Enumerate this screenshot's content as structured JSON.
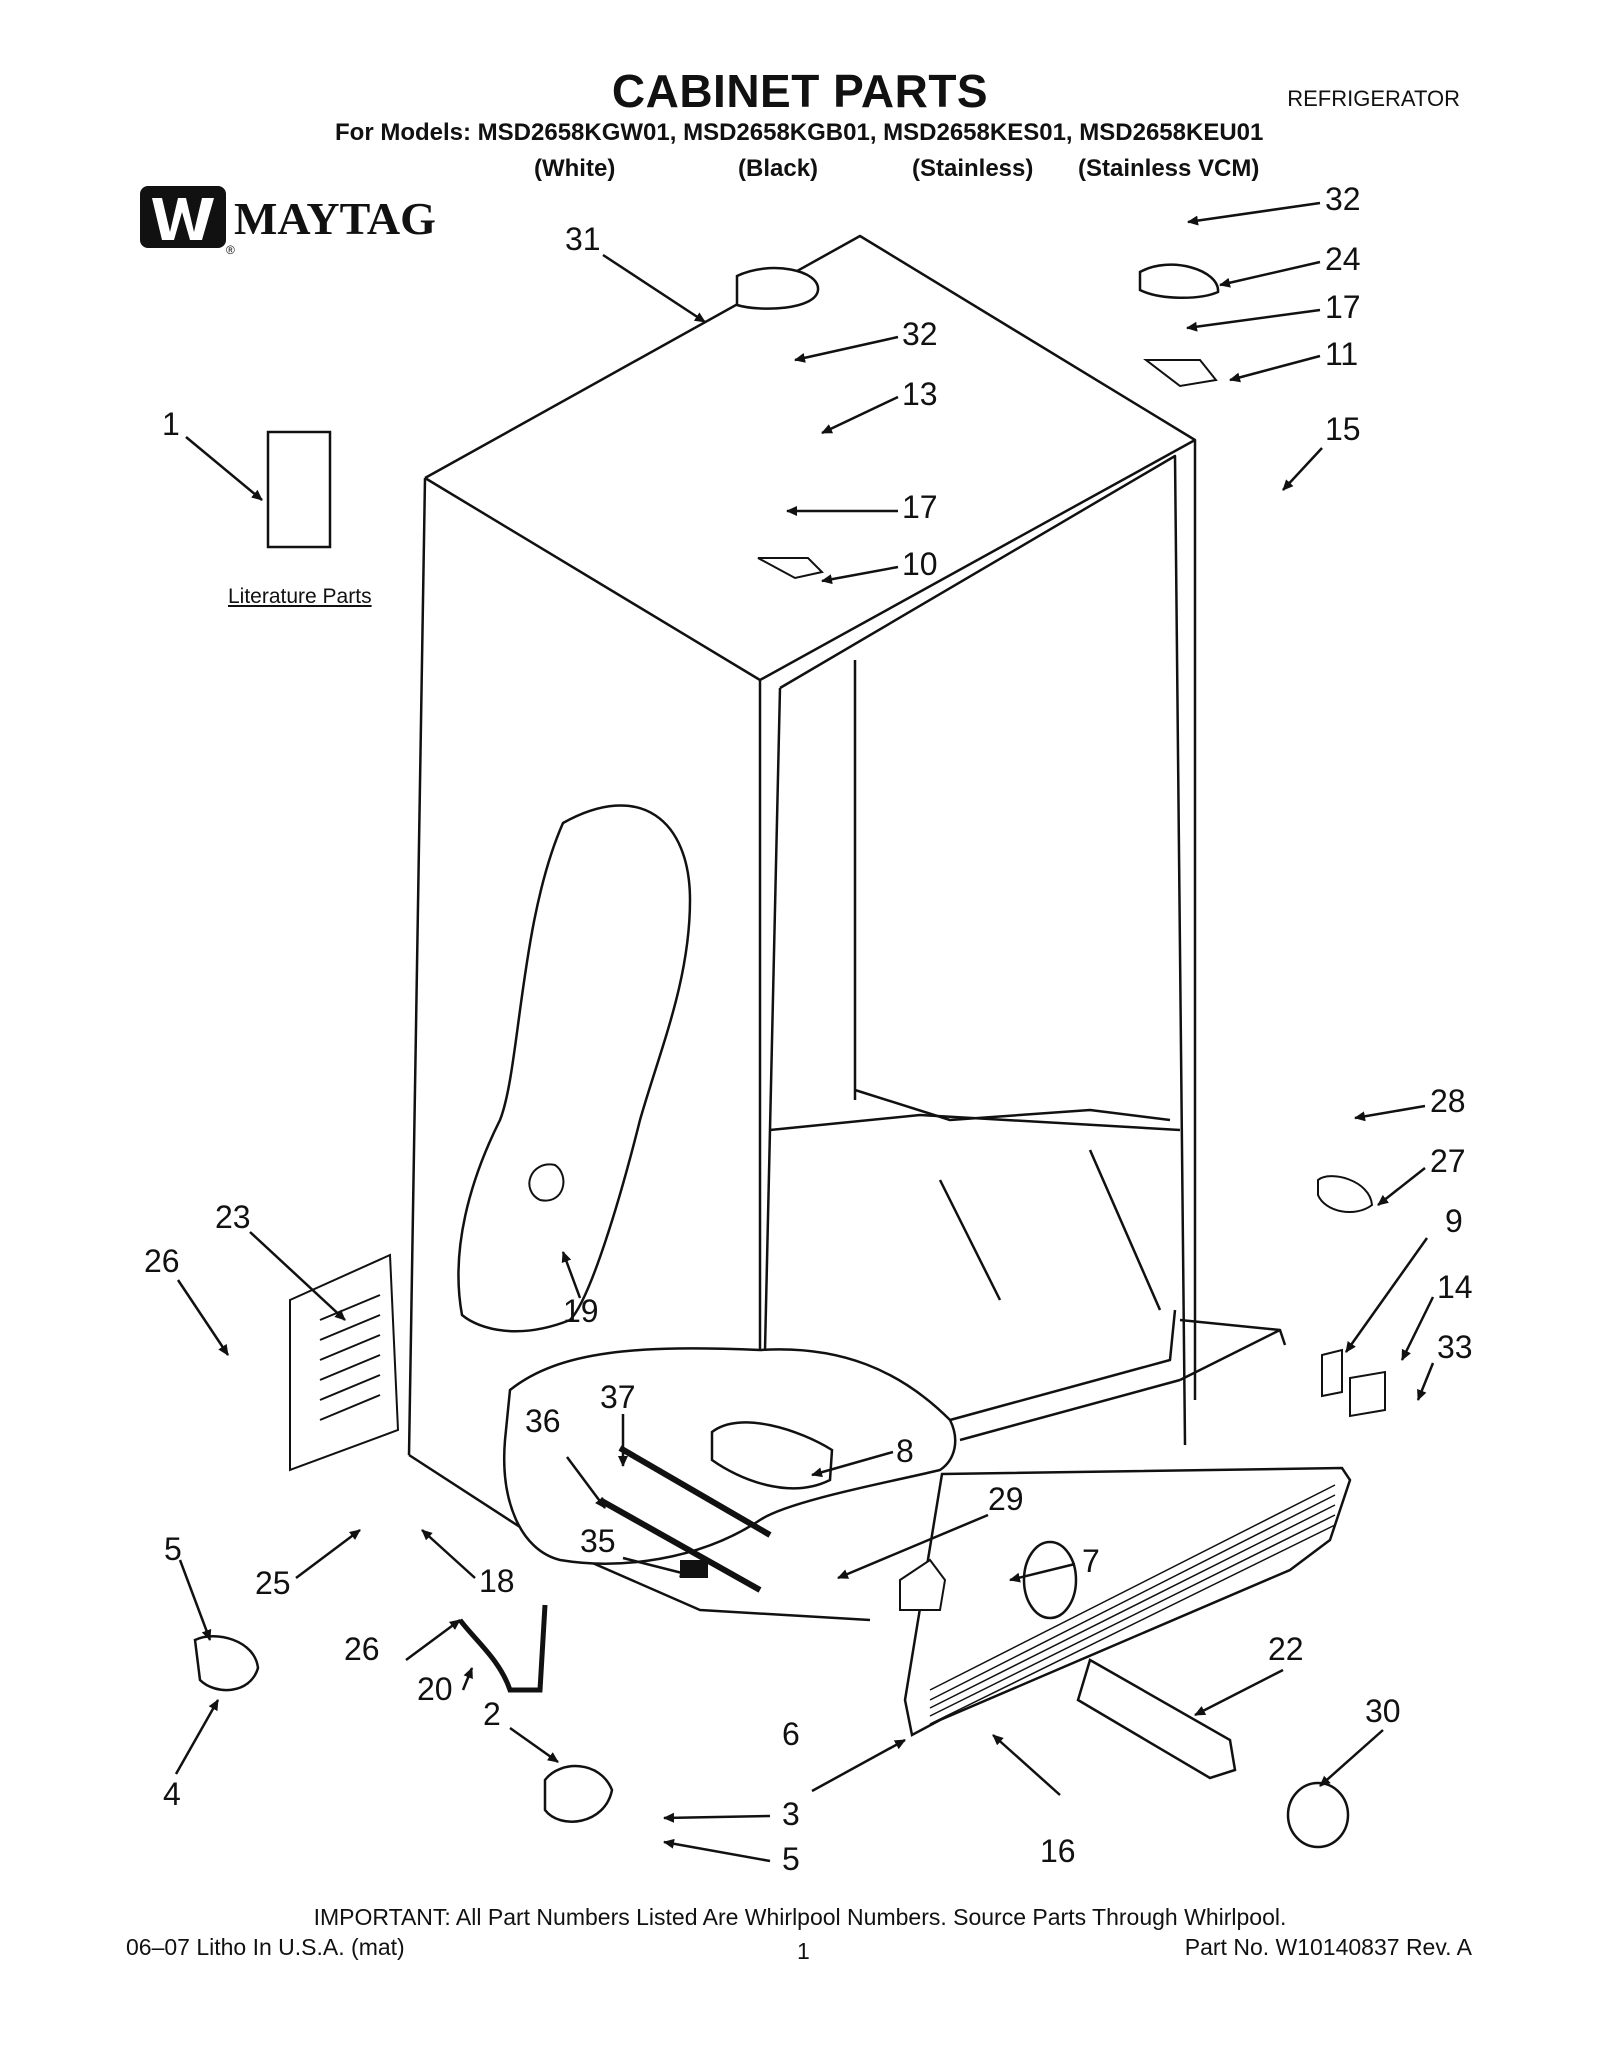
{
  "header": {
    "title": "CABINET PARTS",
    "category": "REFRIGERATOR",
    "models_line": "For Models: MSD2658KGW01, MSD2658KGB01, MSD2658KES01, MSD2658KEU01",
    "variants": [
      "(White)",
      "(Black)",
      "(Stainless)",
      "(Stainless VCM)"
    ]
  },
  "logo": {
    "brand": "MAYTAG",
    "registered": "®"
  },
  "diagram": {
    "literature_label": "Literature Parts",
    "callouts": [
      "32",
      "24",
      "17",
      "11",
      "15",
      "31",
      "32",
      "13",
      "1",
      "17",
      "10",
      "28",
      "27",
      "9",
      "14",
      "33",
      "23",
      "26",
      "19",
      "37",
      "36",
      "8",
      "29",
      "7",
      "35",
      "5",
      "18",
      "25",
      "26",
      "20",
      "22",
      "30",
      "2",
      "3",
      "6",
      "16",
      "4",
      "5"
    ]
  },
  "footer": {
    "important": "IMPORTANT: All Part Numbers Listed Are Whirlpool Numbers. Source Parts Through Whirlpool.",
    "litho": "06–07 Litho In U.S.A. (mat)",
    "page": "1",
    "part_no": "Part No. W10140837 Rev. A"
  }
}
